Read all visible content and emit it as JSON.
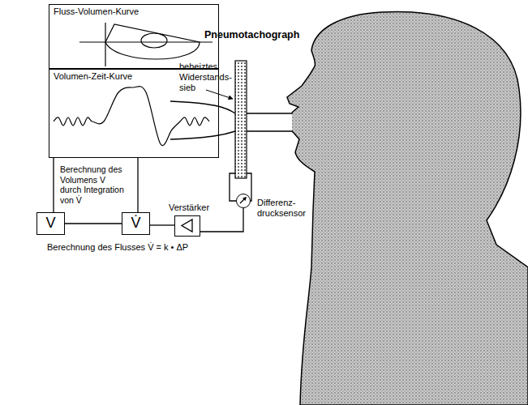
{
  "diagram": {
    "nodes": [
      {
        "text": [
          "Fluss-Volumen-Kurve"
        ]
      },
      {
        "text": [
          "Volumen-Zeit-Kurve"
        ]
      },
      {
        "text": [
          "V"
        ]
      },
      {
        "text": [
          "V̇"
        ]
      },
      {
        "text": [
          "Verstärker"
        ]
      },
      {
        "text": [
          "Differenz- drucksensor"
        ]
      }
    ],
    "edges": [
      {
        "from": 1,
        "to": 2,
        "arrow": "none"
      },
      {
        "from": 1,
        "to": 3,
        "arrow": "none"
      },
      {
        "from": 2,
        "to": 3,
        "arrow": "none"
      },
      {
        "from": 3,
        "to": 4,
        "arrow": "none"
      },
      {
        "from": 4,
        "to": 5,
        "arrow": "none"
      }
    ],
    "labels": [
      "Pneumotachograph",
      "beheiztes Widerstands- sieb",
      "Berechnung des Volumens V durch Integration von V̇",
      "Berechnung des Flusses V̇ = k • ΔP"
    ]
  }
}
